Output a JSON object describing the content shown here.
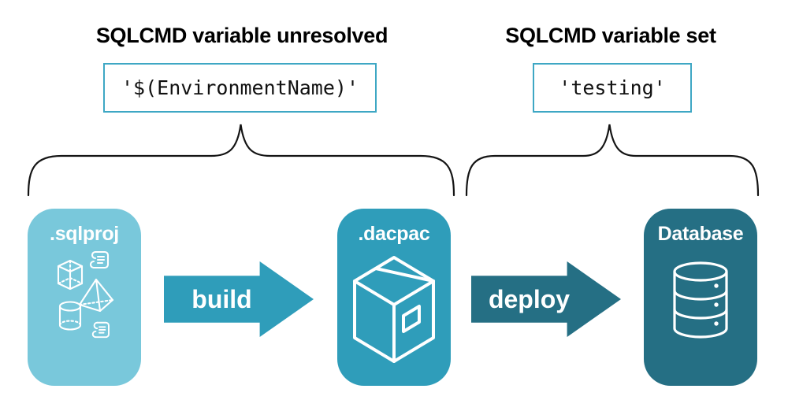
{
  "annotations": {
    "unresolved": {
      "title": "SQLCMD variable unresolved",
      "code": "'$(EnvironmentName)'"
    },
    "resolved": {
      "title": "SQLCMD variable set",
      "code": "'testing'"
    }
  },
  "pipeline": {
    "stages": [
      {
        "label": ".sqlproj",
        "icon": "sql-project-objects-icon"
      },
      {
        "label": ".dacpac",
        "icon": "package-box-icon"
      },
      {
        "label": "Database",
        "icon": "database-cylinder-icon"
      }
    ],
    "arrows": [
      {
        "label": "build"
      },
      {
        "label": "deploy"
      }
    ]
  },
  "colors": {
    "sqlproj_box": "#79C8DB",
    "dacpac_box_and_build_arrow": "#2F9DBA",
    "database_box_and_deploy_arrow": "#256F84",
    "code_box_border": "#3EA7C4",
    "brace_and_text": "#141414",
    "background": "#FFFFFF"
  }
}
